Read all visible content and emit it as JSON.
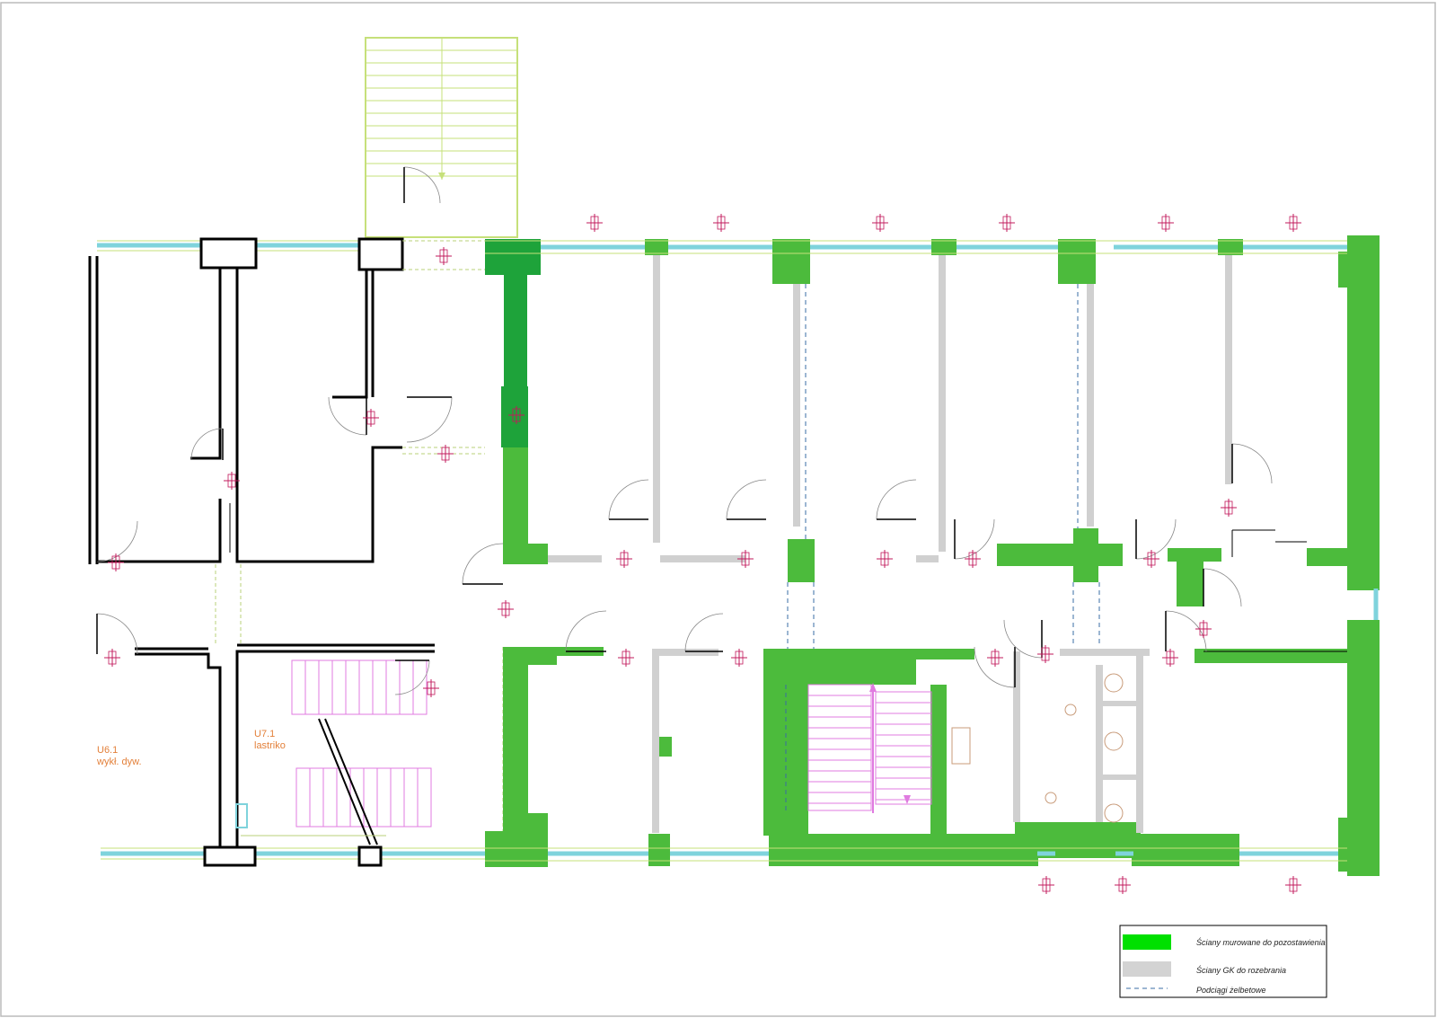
{
  "rooms": {
    "u61": {
      "code": "U6.1",
      "finish": "wykł. dyw."
    },
    "u71": {
      "code": "U7.1",
      "finish": "lastriko"
    }
  },
  "legend": {
    "items": [
      {
        "label": "Ściany murowane do pozostawienia",
        "color": "#00e000"
      },
      {
        "label": "Ściany GK do rozebrania",
        "color": "#d3d3d3"
      },
      {
        "label": "Podciągi żelbetowe",
        "color": "#3a6ea5"
      }
    ]
  },
  "colors": {
    "masonry": "#4cbb3c",
    "masonry_dark": "#1ea33a",
    "drywall": "#d0d0d0",
    "window": "#7fd3dc",
    "wall_line": "#000000",
    "stairs": "#e07be0",
    "stairs_outer": "#c6e07a",
    "dim_marker": "#c2185b",
    "door_arc": "#666666"
  }
}
